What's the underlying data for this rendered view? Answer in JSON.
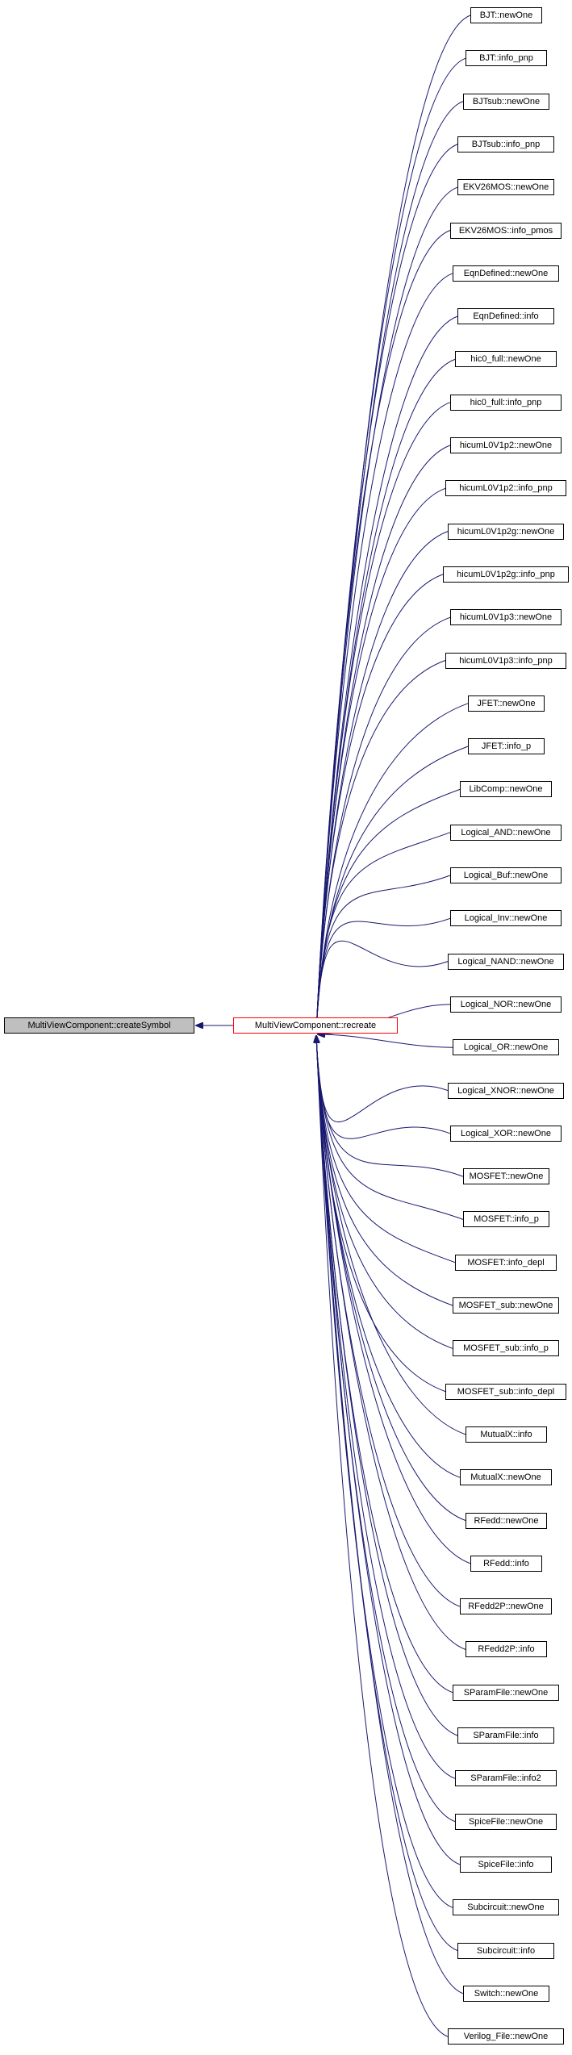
{
  "root": {
    "label": "MultiViewComponent::createSymbol"
  },
  "center": {
    "label": "MultiViewComponent::recreate"
  },
  "edge_color": "#191970",
  "root_fill": "#bfbfbf",
  "center_border": "#ff0000",
  "callers": [
    "BJT::newOne",
    "BJT::info_pnp",
    "BJTsub::newOne",
    "BJTsub::info_pnp",
    "EKV26MOS::newOne",
    "EKV26MOS::info_pmos",
    "EqnDefined::newOne",
    "EqnDefined::info",
    "hic0_full::newOne",
    "hic0_full::info_pnp",
    "hicumL0V1p2::newOne",
    "hicumL0V1p2::info_pnp",
    "hicumL0V1p2g::newOne",
    "hicumL0V1p2g::info_pnp",
    "hicumL0V1p3::newOne",
    "hicumL0V1p3::info_pnp",
    "JFET::newOne",
    "JFET::info_p",
    "LibComp::newOne",
    "Logical_AND::newOne",
    "Logical_Buf::newOne",
    "Logical_Inv::newOne",
    "Logical_NAND::newOne",
    "Logical_NOR::newOne",
    "Logical_OR::newOne",
    "Logical_XNOR::newOne",
    "Logical_XOR::newOne",
    "MOSFET::newOne",
    "MOSFET::info_p",
    "MOSFET::info_depl",
    "MOSFET_sub::newOne",
    "MOSFET_sub::info_p",
    "MOSFET_sub::info_depl",
    "MutualX::info",
    "MutualX::newOne",
    "RFedd::newOne",
    "RFedd::info",
    "RFedd2P::newOne",
    "RFedd2P::info",
    "SParamFile::newOne",
    "SParamFile::info",
    "SParamFile::info2",
    "SpiceFile::newOne",
    "SpiceFile::info",
    "Subcircuit::newOne",
    "Subcircuit::info",
    "Switch::newOne",
    "Verilog_File::newOne"
  ]
}
